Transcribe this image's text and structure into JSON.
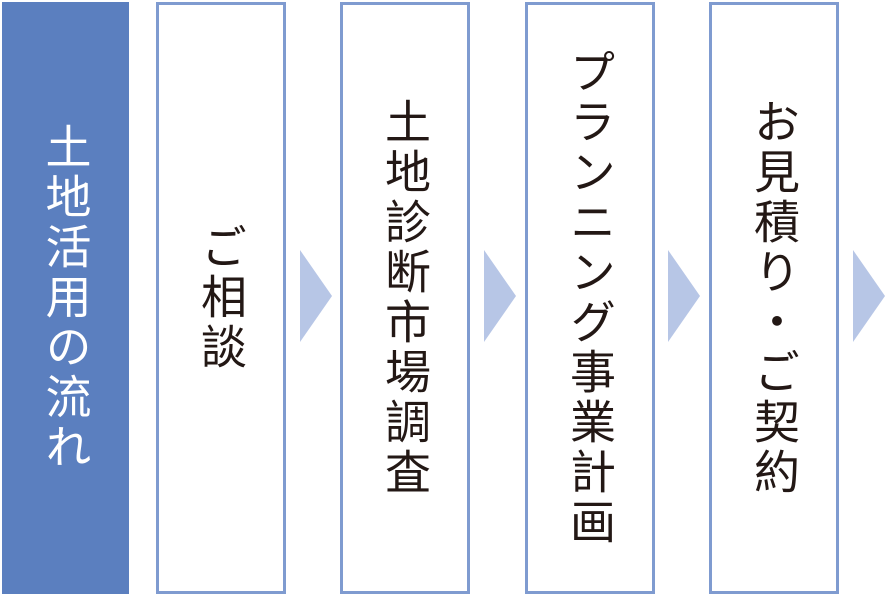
{
  "title": "土地活用の流れ",
  "steps": [
    {
      "label": "ご相談"
    },
    {
      "label": "土地診断市場調査"
    },
    {
      "label": "プランニング事業計画"
    },
    {
      "label": "お見積り・ご契約"
    }
  ],
  "colors": {
    "title_bg": "#5b7fbf",
    "box_border": "#7f9bd0",
    "arrow": "#b7c6e6",
    "text": "#231815"
  }
}
